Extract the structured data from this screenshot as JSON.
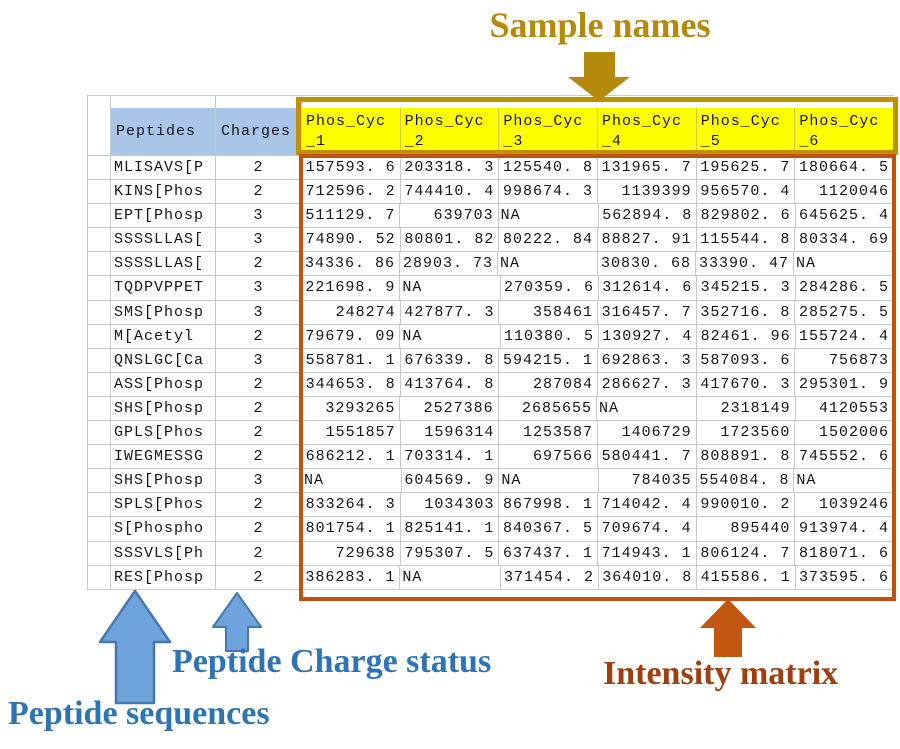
{
  "annotations": {
    "sample_names": "Sample names",
    "peptide_sequences": "Peptide sequences",
    "peptide_charge_status": "Peptide Charge status",
    "intensity_matrix": "Intensity matrix"
  },
  "colors": {
    "blue_header_fill": "#a9c5e8",
    "sample_header_fill": "#ffff00",
    "sample_box_border": "#bf9000",
    "matrix_box_border": "#c0510f",
    "annotation_gold": "#b5890b",
    "annotation_blue": "#2e74b5",
    "annotation_rust": "#9e3f10",
    "blue_arrow_fill": "#6fa3dc",
    "blue_arrow_outline": "#4577ae",
    "orange_arrow_fill": "#c25712",
    "grid_line": "#c9c9c9"
  },
  "table": {
    "peptides_header": "Peptides",
    "charges_header": "Charges",
    "sample_columns": [
      {
        "name": "Phos_Cyc_1",
        "line1": "Phos_Cyc",
        "line2": "_1"
      },
      {
        "name": "Phos_Cyc_2",
        "line1": "Phos_Cyc",
        "line2": "_2"
      },
      {
        "name": "Phos_Cyc_3",
        "line1": "Phos_Cyc",
        "line2": "_3"
      },
      {
        "name": "Phos_Cyc_4",
        "line1": "Phos_Cyc",
        "line2": "_4"
      },
      {
        "name": "Phos_Cyc_5",
        "line1": "Phos_Cyc",
        "line2": "_5"
      },
      {
        "name": "Phos_Cyc_6",
        "line1": "Phos_Cyc",
        "line2": "_6"
      }
    ],
    "rows": [
      {
        "peptide": "MLISAVS[P",
        "charge": "2",
        "values": [
          "157593. 6",
          "203318. 3",
          "125540. 8",
          "131965. 7",
          "195625. 7",
          "180664. 5"
        ]
      },
      {
        "peptide": "KINS[Phos",
        "charge": "2",
        "values": [
          "712596. 2",
          "744410. 4",
          "998674. 3",
          "1139399",
          "956570. 4",
          "1120046"
        ]
      },
      {
        "peptide": "EPT[Phosp",
        "charge": "3",
        "values": [
          "511129. 7",
          "639703",
          "NA",
          "562894. 8",
          "829802. 6",
          "645625. 4"
        ]
      },
      {
        "peptide": "SSSSLLAS[",
        "charge": "3",
        "values": [
          "74890. 52",
          "80801. 82",
          "80222. 84",
          "88827. 91",
          "115544. 8",
          "80334. 69"
        ]
      },
      {
        "peptide": "SSSSLLAS[",
        "charge": "2",
        "values": [
          "34336. 86",
          "28903. 73",
          "NA",
          "30830. 68",
          "33390. 47",
          "NA"
        ]
      },
      {
        "peptide": "TQDPVPPET",
        "charge": "3",
        "values": [
          "221698. 9",
          "NA",
          "270359. 6",
          "312614. 6",
          "345215. 3",
          "284286. 5"
        ]
      },
      {
        "peptide": "SMS[Phosp",
        "charge": "3",
        "values": [
          "248274",
          "427877. 3",
          "358461",
          "316457. 7",
          "352716. 8",
          "285275. 5"
        ]
      },
      {
        "peptide": "M[Acetyl",
        "charge": "2",
        "values": [
          "79679. 09",
          "NA",
          "110380. 5",
          "130927. 4",
          "82461. 96",
          "155724. 4"
        ]
      },
      {
        "peptide": "QNSLGC[Ca",
        "charge": "3",
        "values": [
          "558781. 1",
          "676339. 8",
          "594215. 1",
          "692863. 3",
          "587093. 6",
          "756873"
        ]
      },
      {
        "peptide": "ASS[Phosp",
        "charge": "2",
        "values": [
          "344653. 8",
          "413764. 8",
          "287084",
          "286627. 3",
          "417670. 3",
          "295301. 9"
        ]
      },
      {
        "peptide": "SHS[Phosp",
        "charge": "2",
        "values": [
          "3293265",
          "2527386",
          "2685655",
          "NA",
          "2318149",
          "4120553"
        ]
      },
      {
        "peptide": "GPLS[Phos",
        "charge": "2",
        "values": [
          "1551857",
          "1596314",
          "1253587",
          "1406729",
          "1723560",
          "1502006"
        ]
      },
      {
        "peptide": "IWEGMESSG",
        "charge": "2",
        "values": [
          "686212. 1",
          "703314. 1",
          "697566",
          "580441. 7",
          "808891. 8",
          "745552. 6"
        ]
      },
      {
        "peptide": "SHS[Phosp",
        "charge": "3",
        "values": [
          "NA",
          "604569. 9",
          "NA",
          "784035",
          "554084. 8",
          "NA"
        ]
      },
      {
        "peptide": "SPLS[Phos",
        "charge": "2",
        "values": [
          "833264. 3",
          "1034303",
          "867998. 1",
          "714042. 4",
          "990010. 2",
          "1039246"
        ]
      },
      {
        "peptide": "S[Phospho",
        "charge": "2",
        "values": [
          "801754. 1",
          "825141. 1",
          "840367. 5",
          "709674. 4",
          "895440",
          "913974. 4"
        ]
      },
      {
        "peptide": "SSSVLS[Ph",
        "charge": "2",
        "values": [
          "729638",
          "795307. 5",
          "637437. 1",
          "714943. 1",
          "806124. 7",
          "818071. 6"
        ]
      },
      {
        "peptide": "RES[Phosp",
        "charge": "2",
        "values": [
          "386283. 1",
          "NA",
          "371454. 2",
          "364010. 8",
          "415586. 1",
          "373595. 6"
        ]
      }
    ]
  }
}
